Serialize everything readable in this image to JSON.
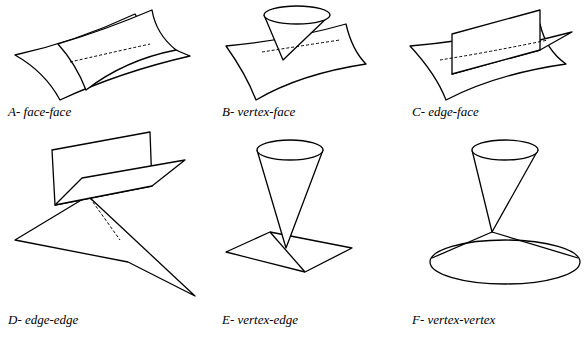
{
  "diagram": {
    "labels": [
      "A- face-face",
      "B- vertex-face",
      "C- edge-face",
      "D- edge-edge",
      "E- vertex-edge",
      "F- vertex-vertex"
    ]
  }
}
